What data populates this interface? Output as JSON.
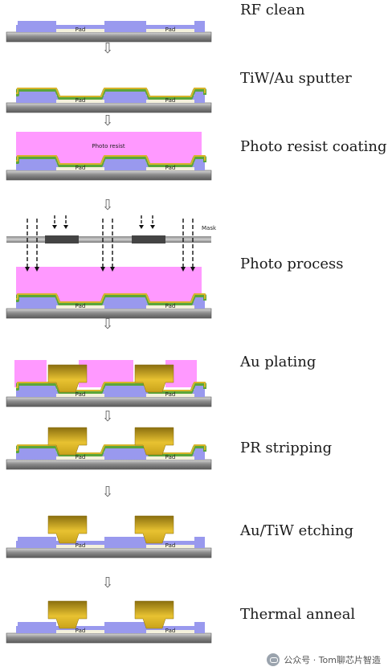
{
  "steps": [
    {
      "label": "RF clean",
      "pad_label": "Pad"
    },
    {
      "label": "TiW/Au sputter",
      "pad_label": "Pad"
    },
    {
      "label": "Photo resist coating",
      "pad_label": "Pad",
      "inner_label": "Photo resist"
    },
    {
      "label": "Photo process",
      "pad_label": "Pad",
      "mask_label": "Mask"
    },
    {
      "label": "Au plating",
      "pad_label": "Pad"
    },
    {
      "label": "PR stripping",
      "pad_label": "Pad"
    },
    {
      "label": "Au/TiW etching",
      "pad_label": "Pad"
    },
    {
      "label": "Thermal anneal",
      "pad_label": "Pad"
    }
  ],
  "arrow_glyph": "⇩",
  "colors": {
    "substrate": "#8c8c8c",
    "passivation": "#9999ee",
    "pad": "#f4f1dc",
    "tiw": "#5aa63a",
    "au_seed": "#d7b42a",
    "photoresist": "#ff99ff",
    "au_bump": "#c9a21a",
    "mask_dark": "#444444",
    "mask_light": "#aaaaaa"
  },
  "watermark": "公众号 · Tom聊芯片智造"
}
